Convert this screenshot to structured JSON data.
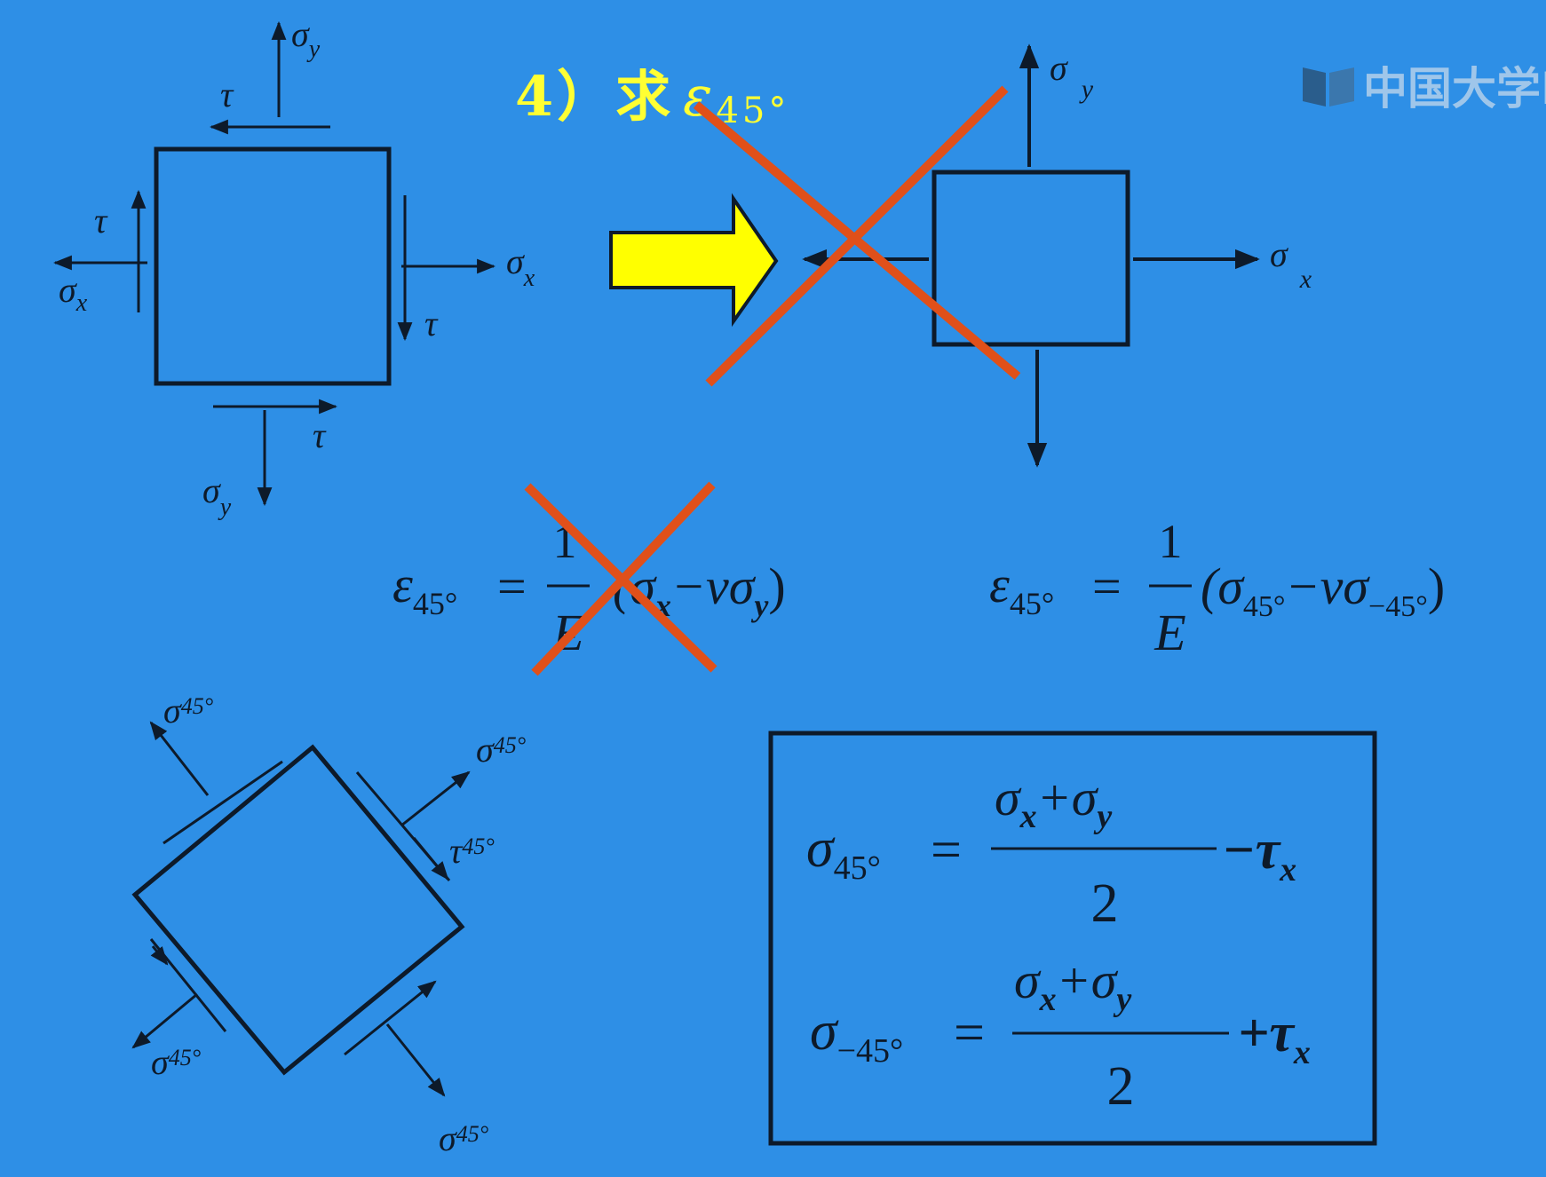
{
  "title": {
    "step": "4）求",
    "epsilon": "ε",
    "sub": "45°"
  },
  "logo": {
    "text": "中国大学M"
  },
  "figure1": {
    "sigma_y": "σ",
    "sigma_y_sub": "y",
    "sigma_x": "σ",
    "sigma_x_sub": "x",
    "tau": "τ"
  },
  "figure2": {
    "sigma_y": "σ",
    "sigma_y_sub": "y",
    "sigma_x": "σ",
    "sigma_x_sub": "x"
  },
  "figure3": {
    "sigma": "σ",
    "tau": "τ",
    "angle": "45°"
  },
  "formula_crossed": {
    "lhs_eps": "ε",
    "lhs_sub": "45°",
    "eq": "=",
    "num": "1",
    "den": "E",
    "body": "(σ",
    "x": "x",
    "minus": "−νσ",
    "y": "y",
    "close": ")"
  },
  "formula_right": {
    "lhs_eps": "ε",
    "lhs_sub": "45°",
    "eq": "=",
    "num": "1",
    "den": "E",
    "open": "(σ",
    "s1": "45°",
    "minus": "−νσ",
    "s2": "−45°",
    "close": ")"
  },
  "box": {
    "f1_sigma": "σ",
    "f1_sub": "45°",
    "eq": "=",
    "num": "σ",
    "num_x": "x",
    "plus": "+σ",
    "num_y": "y",
    "den": "2",
    "f1_op": "−τ",
    "tau_sub": "x",
    "f2_sigma": "σ",
    "f2_sub": "−45°",
    "f2_op": "+τ"
  },
  "colors": {
    "background": "#2e8fe6",
    "title": "#ffff33",
    "cross": "#e0501a",
    "arrow": "#ffff00",
    "line": "#0d1a2a"
  }
}
